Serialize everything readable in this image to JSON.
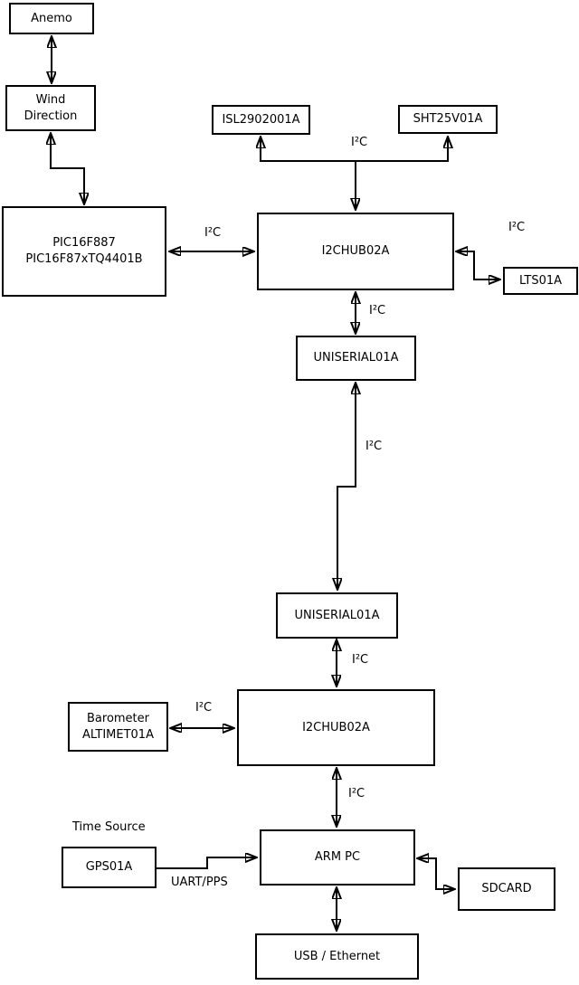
{
  "diagram": {
    "nodes": {
      "anemo": {
        "label": "Anemo"
      },
      "wind_direction": {
        "label": "Wind\nDirection"
      },
      "pic": {
        "label": "PIC16F887\nPIC16F87xTQ4401B"
      },
      "isl": {
        "label": "ISL2902001A"
      },
      "sht": {
        "label": "SHT25V01A"
      },
      "i2chub_1": {
        "label": "I2CHUB02A"
      },
      "lts": {
        "label": "LTS01A"
      },
      "uniserial_1": {
        "label": "UNISERIAL01A"
      },
      "uniserial_2": {
        "label": "UNISERIAL01A"
      },
      "i2chub_2": {
        "label": "I2CHUB02A"
      },
      "barometer": {
        "label": "Barometer\nALTIMET01A"
      },
      "gps": {
        "label": "GPS01A"
      },
      "arm_pc": {
        "label": "ARM PC"
      },
      "sdcard": {
        "label": "SDCARD"
      },
      "usb_ethernet": {
        "label": "USB / Ethernet"
      }
    },
    "edge_labels": {
      "i2c": "I²C",
      "uart_pps": "UART/PPS",
      "time_source": "Time Source"
    },
    "edges": [
      {
        "from": "anemo",
        "to": "wind_direction",
        "bidirectional": true,
        "label": ""
      },
      {
        "from": "wind_direction",
        "to": "pic",
        "bidirectional": true,
        "label": ""
      },
      {
        "from": "pic",
        "to": "i2chub_1",
        "bidirectional": true,
        "label": "I²C"
      },
      {
        "from": "i2chub_1",
        "to": "isl",
        "bidirectional": false,
        "label": "I²C"
      },
      {
        "from": "i2chub_1",
        "to": "sht",
        "bidirectional": false,
        "label": "I²C"
      },
      {
        "from": "i2chub_1",
        "to": "lts",
        "bidirectional": true,
        "label": "I²C"
      },
      {
        "from": "i2chub_1",
        "to": "uniserial_1",
        "bidirectional": true,
        "label": "I²C"
      },
      {
        "from": "uniserial_1",
        "to": "uniserial_2",
        "bidirectional": true,
        "label": "I²C"
      },
      {
        "from": "uniserial_2",
        "to": "i2chub_2",
        "bidirectional": true,
        "label": "I²C"
      },
      {
        "from": "barometer",
        "to": "i2chub_2",
        "bidirectional": true,
        "label": "I²C"
      },
      {
        "from": "i2chub_2",
        "to": "arm_pc",
        "bidirectional": true,
        "label": "I²C"
      },
      {
        "from": "gps",
        "to": "arm_pc",
        "bidirectional": false,
        "label": "UART/PPS",
        "annotation": "Time Source"
      },
      {
        "from": "arm_pc",
        "to": "sdcard",
        "bidirectional": true,
        "label": ""
      },
      {
        "from": "arm_pc",
        "to": "usb_ethernet",
        "bidirectional": true,
        "label": ""
      }
    ],
    "colors": {
      "background": "#ffffff",
      "box_fill": "#ffffff",
      "box_border": "#000000",
      "line": "#000000",
      "text": "#000000"
    }
  }
}
